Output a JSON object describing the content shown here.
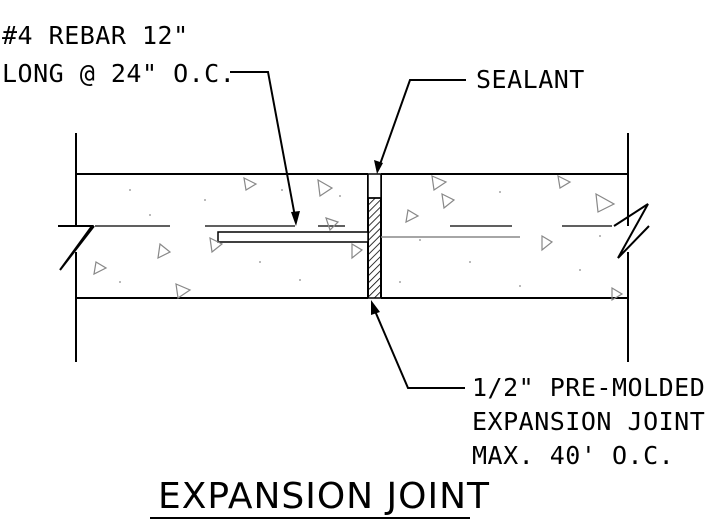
{
  "labels": {
    "rebar_line1": "#4 REBAR 12\"",
    "rebar_line2": "LONG @ 24\" O.C.",
    "sealant": "SEALANT",
    "joint_line1": "1/2\" PRE-MOLDED",
    "joint_line2": "EXPANSION JOINT",
    "joint_line3": "MAX. 40' O.C."
  },
  "title": "EXPANSION JOINT"
}
